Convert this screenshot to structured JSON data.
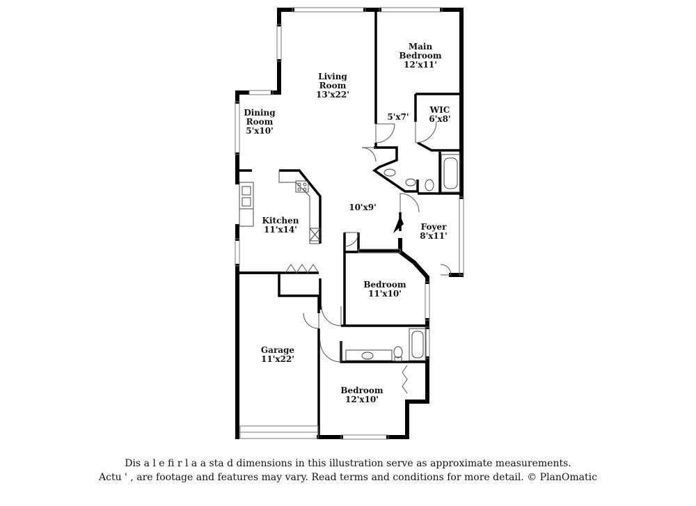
{
  "rooms": {
    "main_bedroom": {
      "name_line1": "Main",
      "name_line2": "Bedroom",
      "dims": "12'x11'"
    },
    "living_room": {
      "name_line1": "Living",
      "name_line2": "Room",
      "dims": "13'x22'"
    },
    "dining_room": {
      "name_line1": "Dining",
      "name_line2": "Room",
      "dims": "5'x10'"
    },
    "wic": {
      "name": "WIC",
      "dims": "6'x8'"
    },
    "bath_main": {
      "dims": "5'x7'"
    },
    "kitchen": {
      "name": "Kitchen",
      "dims": "11'x14'"
    },
    "hall": {
      "dims": "10'x9'"
    },
    "foyer": {
      "name": "Foyer",
      "dims": "8'x11'"
    },
    "bedroom_2": {
      "name": "Bedroom",
      "dims": "11'x10'"
    },
    "garage": {
      "name": "Garage",
      "dims": "11'x22'"
    },
    "bedroom_3": {
      "name": "Bedroom",
      "dims": "12'x10'"
    }
  },
  "disclaimer": {
    "line1": "Dis    a       l  e fi    r  l a  a     sta    d dimensions in this illustration serve as approximate measurements.",
    "line2": "Actu    ' ,  are footage and features may vary. Read terms and conditions for more detail. © PlanOmatic"
  }
}
